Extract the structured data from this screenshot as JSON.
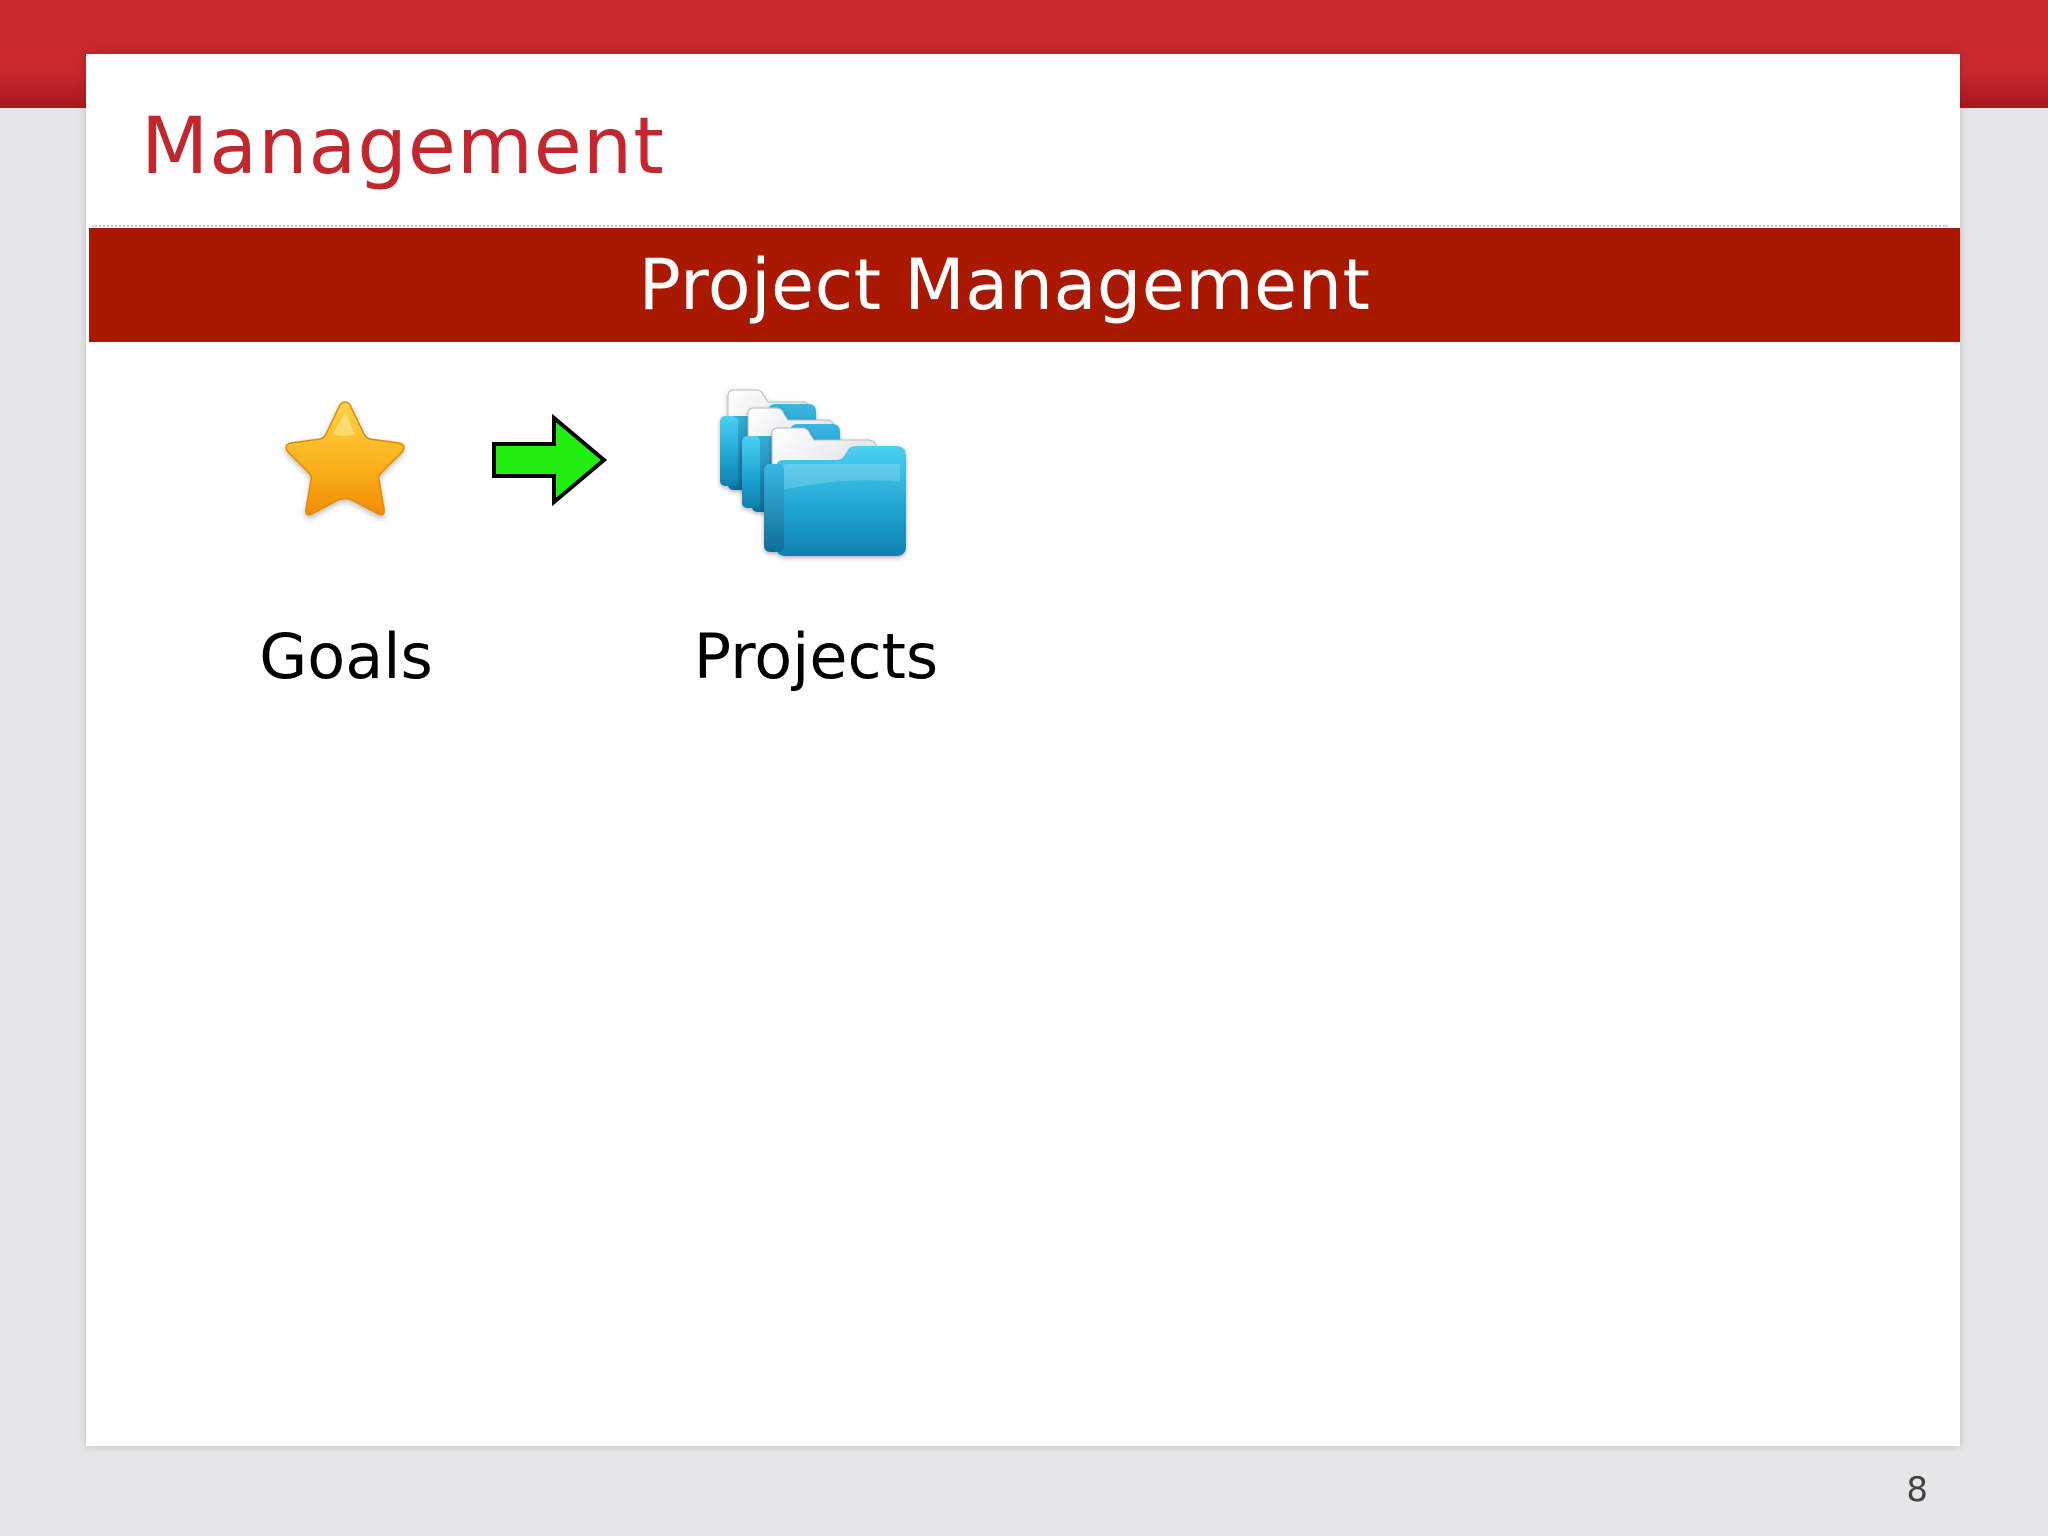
{
  "slide": {
    "title": "Management",
    "banner": "Project Management",
    "flow": [
      {
        "label": "Goals",
        "icon": "star-icon"
      },
      {
        "icon": "arrow-right-icon"
      },
      {
        "label": "Projects",
        "icon": "folders-icon"
      }
    ],
    "page_number": "8"
  },
  "colors": {
    "top_band": "#c8292d",
    "title": "#c3262d",
    "banner": "#a91800",
    "arrow_fill": "#22ee11",
    "star": "#f7a912",
    "folder": "#2aaed8"
  }
}
